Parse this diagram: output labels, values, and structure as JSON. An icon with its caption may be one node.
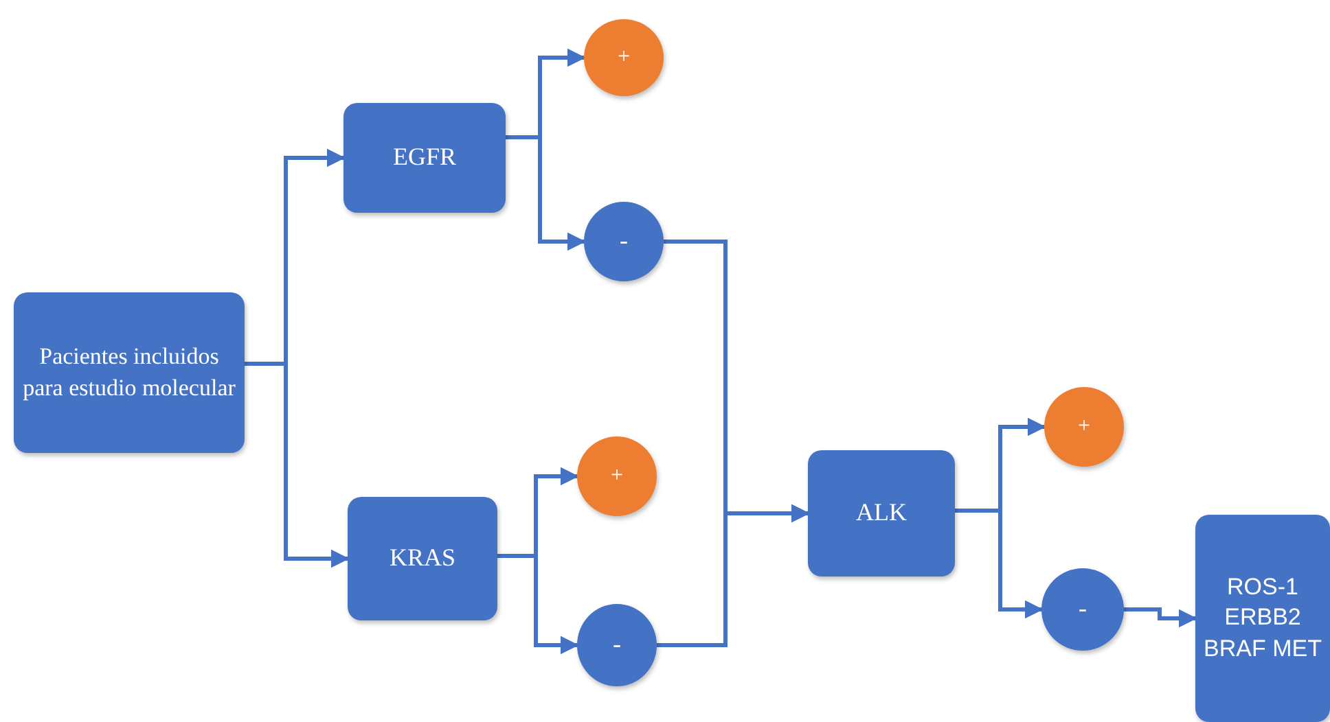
{
  "diagram": {
    "nodes": [
      {
        "text": [
          "Pacientes incluidos para estudio molecular"
        ]
      },
      {
        "text": [
          "EGFR"
        ]
      },
      {
        "text": [
          "+"
        ]
      },
      {
        "text": [
          "-"
        ]
      },
      {
        "text": [
          "KRAS"
        ]
      },
      {
        "text": [
          "+"
        ]
      },
      {
        "text": [
          "-"
        ]
      },
      {
        "text": [
          "ALK"
        ]
      },
      {
        "text": [
          "+"
        ]
      },
      {
        "text": [
          "-"
        ]
      },
      {
        "text": [
          "ROS-1 ERBB2 BRAF MET"
        ]
      }
    ],
    "edges": [
      {
        "from": 0,
        "to": 1,
        "arrow": "to"
      },
      {
        "from": 0,
        "to": 4,
        "arrow": "to"
      },
      {
        "from": 1,
        "to": 2,
        "arrow": "to"
      },
      {
        "from": 1,
        "to": 3,
        "arrow": "to"
      },
      {
        "from": 4,
        "to": 5,
        "arrow": "to"
      },
      {
        "from": 4,
        "to": 6,
        "arrow": "to"
      },
      {
        "from": 3,
        "to": 7,
        "arrow": "to"
      },
      {
        "from": 6,
        "to": 7,
        "arrow": "to"
      },
      {
        "from": 7,
        "to": 8,
        "arrow": "to"
      },
      {
        "from": 7,
        "to": 9,
        "arrow": "to"
      },
      {
        "from": 9,
        "to": 10,
        "arrow": "to"
      }
    ]
  }
}
